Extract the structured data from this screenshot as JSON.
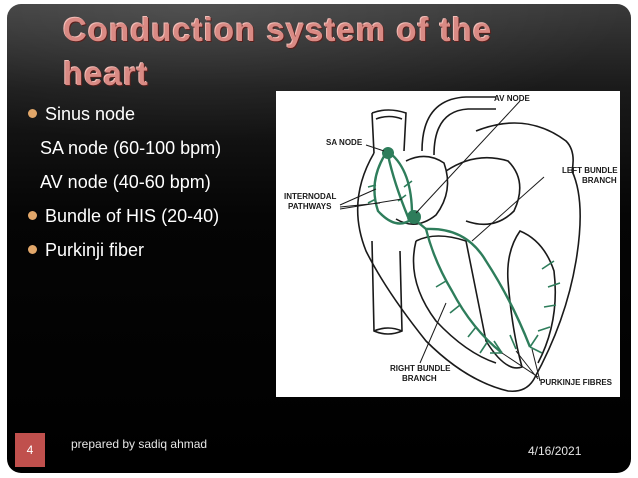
{
  "slide": {
    "title": "Conduction system of the heart",
    "bullets": [
      {
        "text": "Sinus node",
        "bullet": true
      },
      {
        "text": "SA node (60-100 bpm)",
        "bullet": false
      },
      {
        "text": "AV node (40-60 bpm)",
        "bullet": false
      },
      {
        "text": "Bundle of HIS (20-40)",
        "bullet": true
      },
      {
        "text": "Purkinji fiber",
        "bullet": true
      }
    ]
  },
  "diagram": {
    "labels": {
      "av_node": "AV NODE",
      "sa_node": "SA NODE",
      "left_bundle_1": "LEFT BUNDLE",
      "left_bundle_2": "BRANCH",
      "internodal_1": "INTERNODAL",
      "internodal_2": "PATHWAYS",
      "right_bundle_1": "RIGHT BUNDLE",
      "right_bundle_2": "BRANCH",
      "purkinje": "PURKINJE FIBRES"
    },
    "colors": {
      "pathway": "#2e7d5b",
      "outline": "#1a1a1a"
    }
  },
  "footer": {
    "slide_number": "4",
    "author": "prepared by sadiq ahmad",
    "date": "4/16/2021"
  },
  "colors": {
    "title": "#d98a84",
    "bullet": "#e2a76a",
    "number_box": "#c0504d"
  }
}
